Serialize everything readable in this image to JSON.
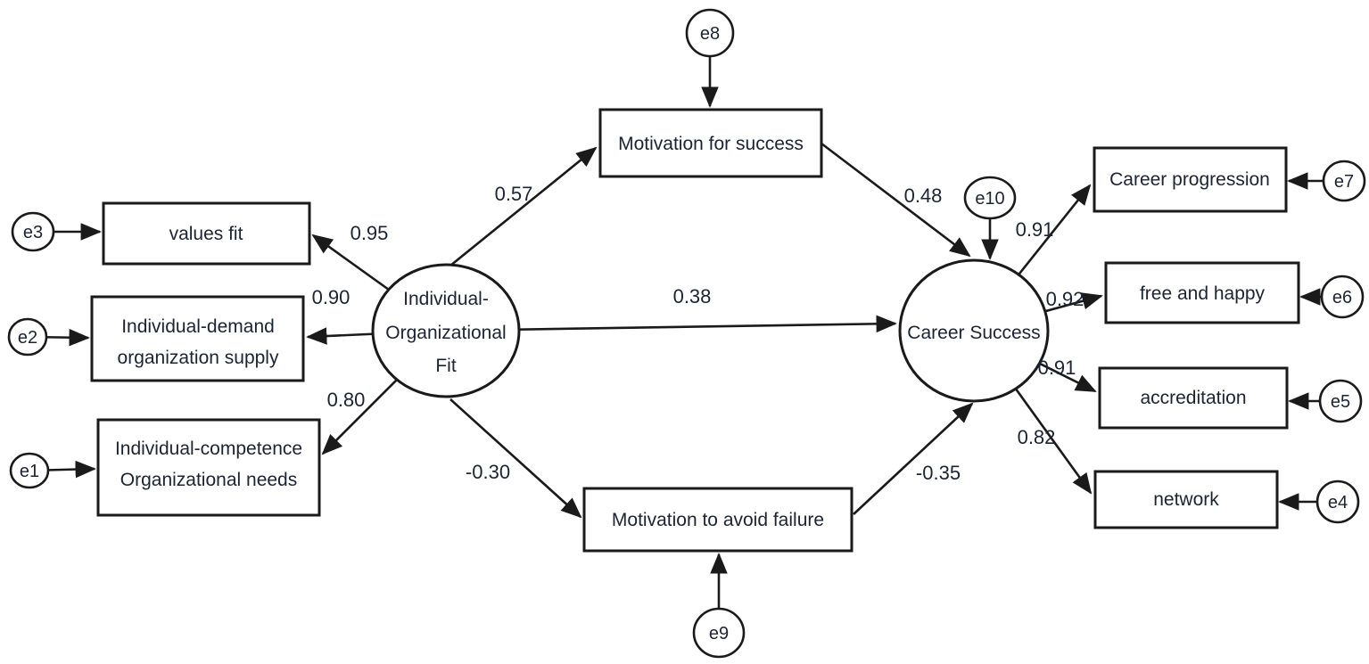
{
  "diagram": {
    "latents": {
      "iof": {
        "line1": "Individual-",
        "line2": "Organizational",
        "line3": "Fit"
      },
      "career": {
        "label": "Career Success"
      }
    },
    "indicators": {
      "values_fit": "values fit",
      "ind_demand_line1": "Individual-demand",
      "ind_demand_line2": "organization supply",
      "ind_comp_line1": "Individual-competence",
      "ind_comp_line2": "Organizational needs",
      "motivation_success": "Motivation for success",
      "motivation_avoid": "Motivation to avoid failure",
      "career_progression": "Career progression",
      "free_and_happy": "free and happy",
      "accreditation": "accreditation",
      "network": "network"
    },
    "errors": {
      "e1": "e1",
      "e2": "e2",
      "e3": "e3",
      "e4": "e4",
      "e5": "e5",
      "e6": "e6",
      "e7": "e7",
      "e8": "e8",
      "e9": "e9",
      "e10": "e10"
    },
    "coefficients": {
      "iof_values_fit": "0.95",
      "iof_ind_demand": "0.90",
      "iof_ind_comp": "0.80",
      "iof_motivation_success": "0.57",
      "iof_career": "0.38",
      "iof_motivation_avoid": "-0.30",
      "motivation_success_career": "0.48",
      "motivation_avoid_career": "-0.35",
      "career_progression": "0.91",
      "career_free_and_happy": "0.92",
      "career_accreditation": "0.91",
      "career_network": "0.82"
    },
    "colors": {
      "line": "#1a1a1a",
      "text": "#1c2333",
      "background": "#ffffff"
    }
  }
}
